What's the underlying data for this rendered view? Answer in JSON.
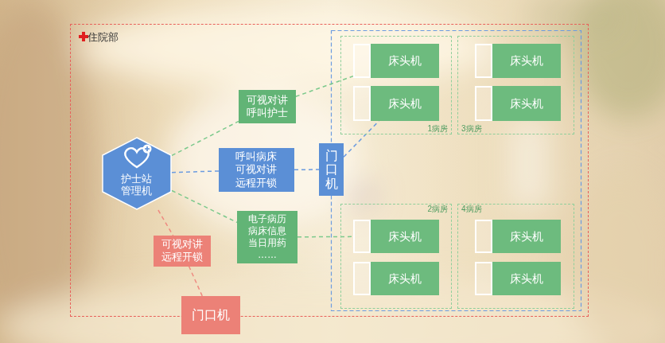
{
  "diagram": {
    "nodes": [
      {
        "text": [
          "住院部"
        ]
      },
      {
        "text": [
          "护士站 管理机"
        ],
        "in": 0
      },
      {
        "text": [
          "可视对讲 呼叫护士"
        ],
        "in": 0
      },
      {
        "text": [
          "呼叫病床 可视对讲 远程开锁"
        ],
        "in": 0
      },
      {
        "text": [
          "门口机"
        ],
        "in": 0
      },
      {
        "text": [
          "电子病历 病床信息 当日用药 ……"
        ],
        "in": 0
      },
      {
        "text": [
          "可视对讲 远程开锁"
        ],
        "in": 0
      },
      {
        "text": [
          "门口机"
        ]
      },
      {
        "text": [
          "1病房"
        ],
        "in": 0
      },
      {
        "text": [
          "床头机"
        ],
        "in": 8
      },
      {
        "text": [
          "床头机"
        ],
        "in": 8
      },
      {
        "text": [
          "3病房"
        ],
        "in": 0
      },
      {
        "text": [
          "床头机"
        ],
        "in": 11
      },
      {
        "text": [
          "床头机"
        ],
        "in": 11
      },
      {
        "text": [
          "2病房"
        ],
        "in": 0
      },
      {
        "text": [
          "床头机"
        ],
        "in": 14
      },
      {
        "text": [
          "床头机"
        ],
        "in": 14
      },
      {
        "text": [
          "4病房"
        ],
        "in": 0
      },
      {
        "text": [
          "床头机"
        ],
        "in": 17
      },
      {
        "text": [
          "床头机"
        ],
        "in": 17
      }
    ],
    "edges": [
      {
        "from": 1,
        "to": 2,
        "arrow": "none"
      },
      {
        "from": 2,
        "to": 9,
        "arrow": "none"
      },
      {
        "from": 1,
        "to": 3,
        "arrow": "none"
      },
      {
        "from": 3,
        "to": 4,
        "arrow": "none"
      },
      {
        "from": 4,
        "to": 10,
        "arrow": "none"
      },
      {
        "from": 1,
        "to": 5,
        "arrow": "none"
      },
      {
        "from": 5,
        "to": 15,
        "arrow": "none"
      },
      {
        "from": 1,
        "to": 6,
        "arrow": "none"
      },
      {
        "from": 6,
        "to": 7,
        "arrow": "none"
      }
    ]
  }
}
